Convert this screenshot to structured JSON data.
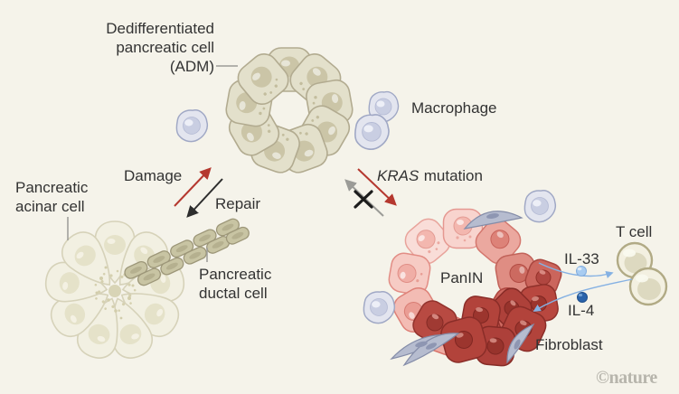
{
  "labels": {
    "adm_line1": "Dedifferentiated",
    "adm_line2": "pancreatic cell",
    "adm_line3": "(ADM)",
    "macrophage": "Macrophage",
    "damage": "Damage",
    "repair": "Repair",
    "acinar_line1": "Pancreatic",
    "acinar_line2": "acinar cell",
    "ductal_line1": "Pancreatic",
    "ductal_line2": "ductal cell",
    "kras_gene": "KRAS",
    "kras_rest": "mutation",
    "panin": "PanIN",
    "il33": "IL-33",
    "il4": "IL-4",
    "tcell": "T cell",
    "fibroblast": "Fibroblast",
    "watermark": "©nature"
  },
  "icons": {
    "adm_ring": "ring of dedifferentiated duct-like cells",
    "acinar_rosette": "pancreatic acinar cell rosette",
    "ductal_tube": "pancreatic ductal cell tube",
    "macrophage": "macrophage-icon",
    "panin_ring": "PanIN lesion ring with dysplastic cell cluster",
    "fibroblast": "fibroblast-icon",
    "t_cell": "t-cell-icon",
    "il33_dot": "IL-33 cytokine dot",
    "il4_dot": "IL-4 cytokine dot"
  },
  "colors": {
    "background": "#f5f3ea",
    "text": "#333333",
    "damage_arrow_red": "#b5382f",
    "repair_arrow_black": "#2d2d2d",
    "blocked_arrow_gray": "#9b9b97",
    "block_x_black": "#1c1c1c",
    "cytokine_arrow_blue": "#85b1e3",
    "il33_dot_blue": "#a8ccf1",
    "il4_dot_blue": "#2a63ab",
    "adm_cell_fill": "#e3e0cb",
    "acinar_cell_fill": "#f2f0e2",
    "ductal_cell_fill": "#c8c4a3",
    "panin_light_pink": "#f8d7d2",
    "panin_dark_red": "#b2433b",
    "macrophage_fill": "#e3e5ef",
    "fibroblast_fill": "#b6bccf",
    "tcell_fill": "#f3f0e1",
    "leader_line_gray": "#9b9b97",
    "watermark_gray": "#b7b5ac"
  }
}
